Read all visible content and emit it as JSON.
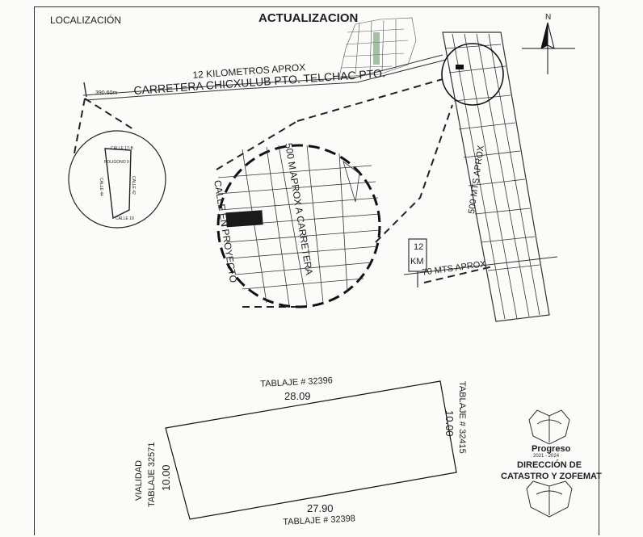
{
  "header": {
    "localizacion": "LOCALIZACIÓN",
    "actualizacion": "ACTUALIZACION"
  },
  "north": "N",
  "road": {
    "distance": "12 KILOMETROS APROX",
    "name": "CARRETERA CHICXULUB PTO. TELCHAC PTO.",
    "segment": "390.60m"
  },
  "inset_circle": {
    "street_top": "CALLE 17-B",
    "polygon": "POLIGONO II",
    "street_left": "CALLE 44",
    "street_right": "CALLE 42",
    "street_bottom": "CALLE 19"
  },
  "zoom_circle": {
    "along_road": "500 M APROX A CARRETERA",
    "street_project": "CALLE EN PROYECTO"
  },
  "right_strip": {
    "label": "500 MTS APROX",
    "sign_line1": "12",
    "sign_line2": "KM",
    "distance": "70 MTS APROX"
  },
  "parcel": {
    "top_label": "TABLAJE # 32396",
    "top_length": "28.09",
    "right_label": "TABLAJE # 32415",
    "right_length": "10.00",
    "left_label1": "VIALIDAD",
    "left_label2": "TABLAJE 32571",
    "left_length": "10.00",
    "bottom_length": "27.90",
    "bottom_label": "TABLAJE # 32398"
  },
  "seal": {
    "city": "Progreso",
    "years": "2021 - 2024",
    "dept_line1": "DIRECCIÓN DE",
    "dept_line2": "CATASTRO Y ZOFEMAT"
  }
}
